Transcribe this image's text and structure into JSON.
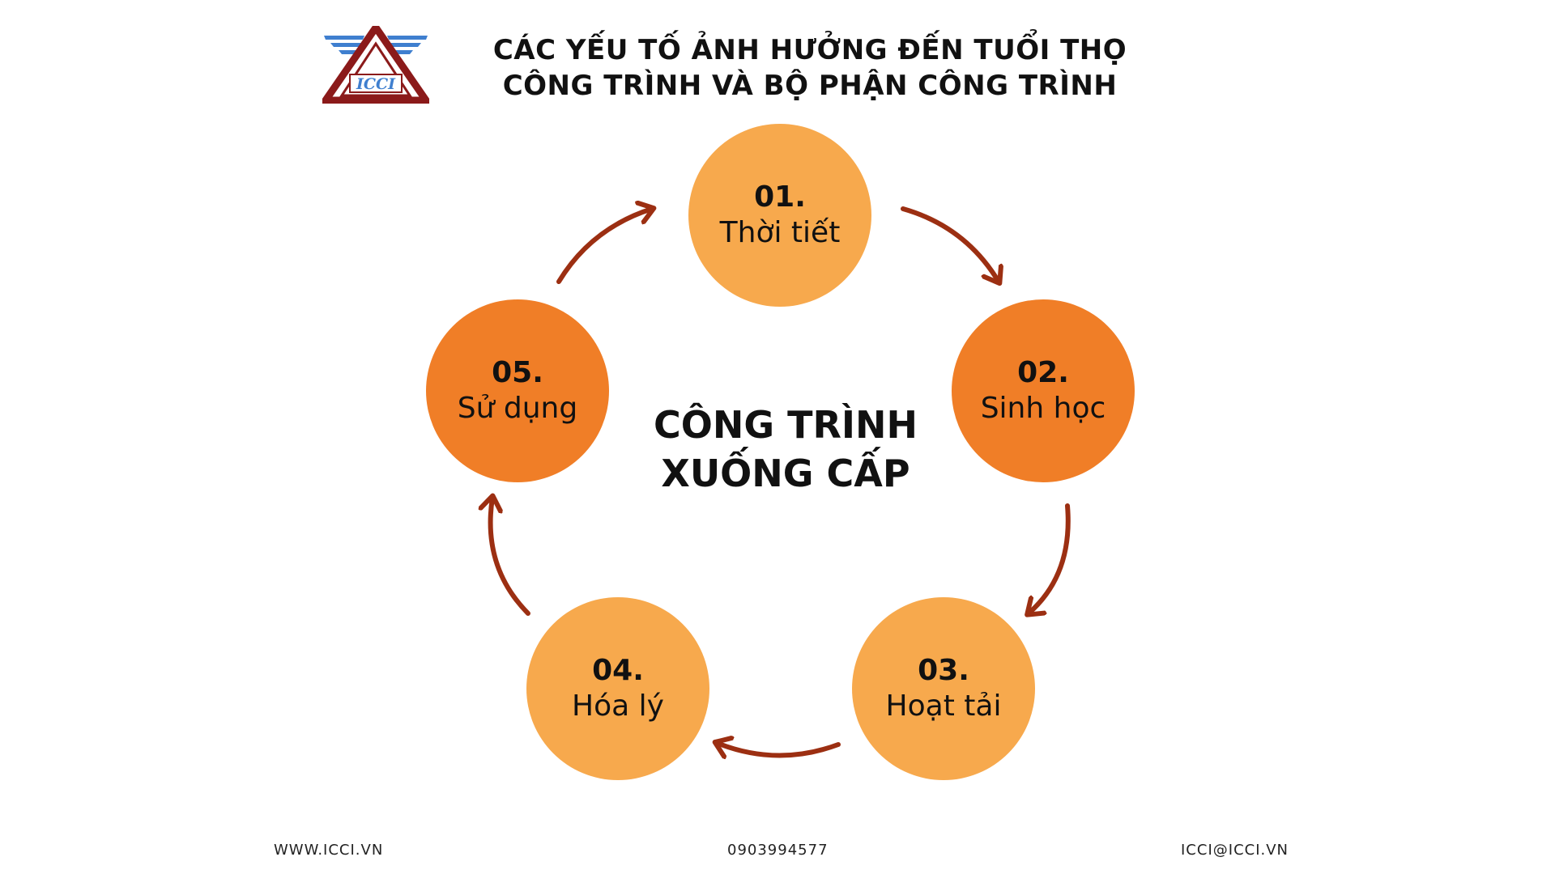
{
  "header": {
    "logo_text": "ICCI",
    "title_line1": "CÁC YẾU TỐ ẢNH HƯỞNG ĐẾN TUỔI THỌ",
    "title_line2": "CÔNG TRÌNH VÀ BỘ PHẬN CÔNG TRÌNH"
  },
  "cycle": {
    "center_line1": "CÔNG TRÌNH",
    "center_line2": "XUỐNG CẤP",
    "nodes": [
      {
        "number": "01.",
        "label": "Thời tiết"
      },
      {
        "number": "02.",
        "label": "Sinh học"
      },
      {
        "number": "03.",
        "label": "Hoạt tải"
      },
      {
        "number": "04.",
        "label": "Hóa lý"
      },
      {
        "number": "05.",
        "label": "Sử dụng"
      }
    ]
  },
  "footer": {
    "website": "WWW.ICCI.VN",
    "phone": "0903994577",
    "email": "ICCI@ICCI.VN"
  },
  "colors": {
    "light_orange": "#f7a94d",
    "dark_orange": "#f07e27",
    "arrow": "#9c2f12",
    "logo_red": "#8b1a1a",
    "logo_blue": "#3f7fcf"
  }
}
